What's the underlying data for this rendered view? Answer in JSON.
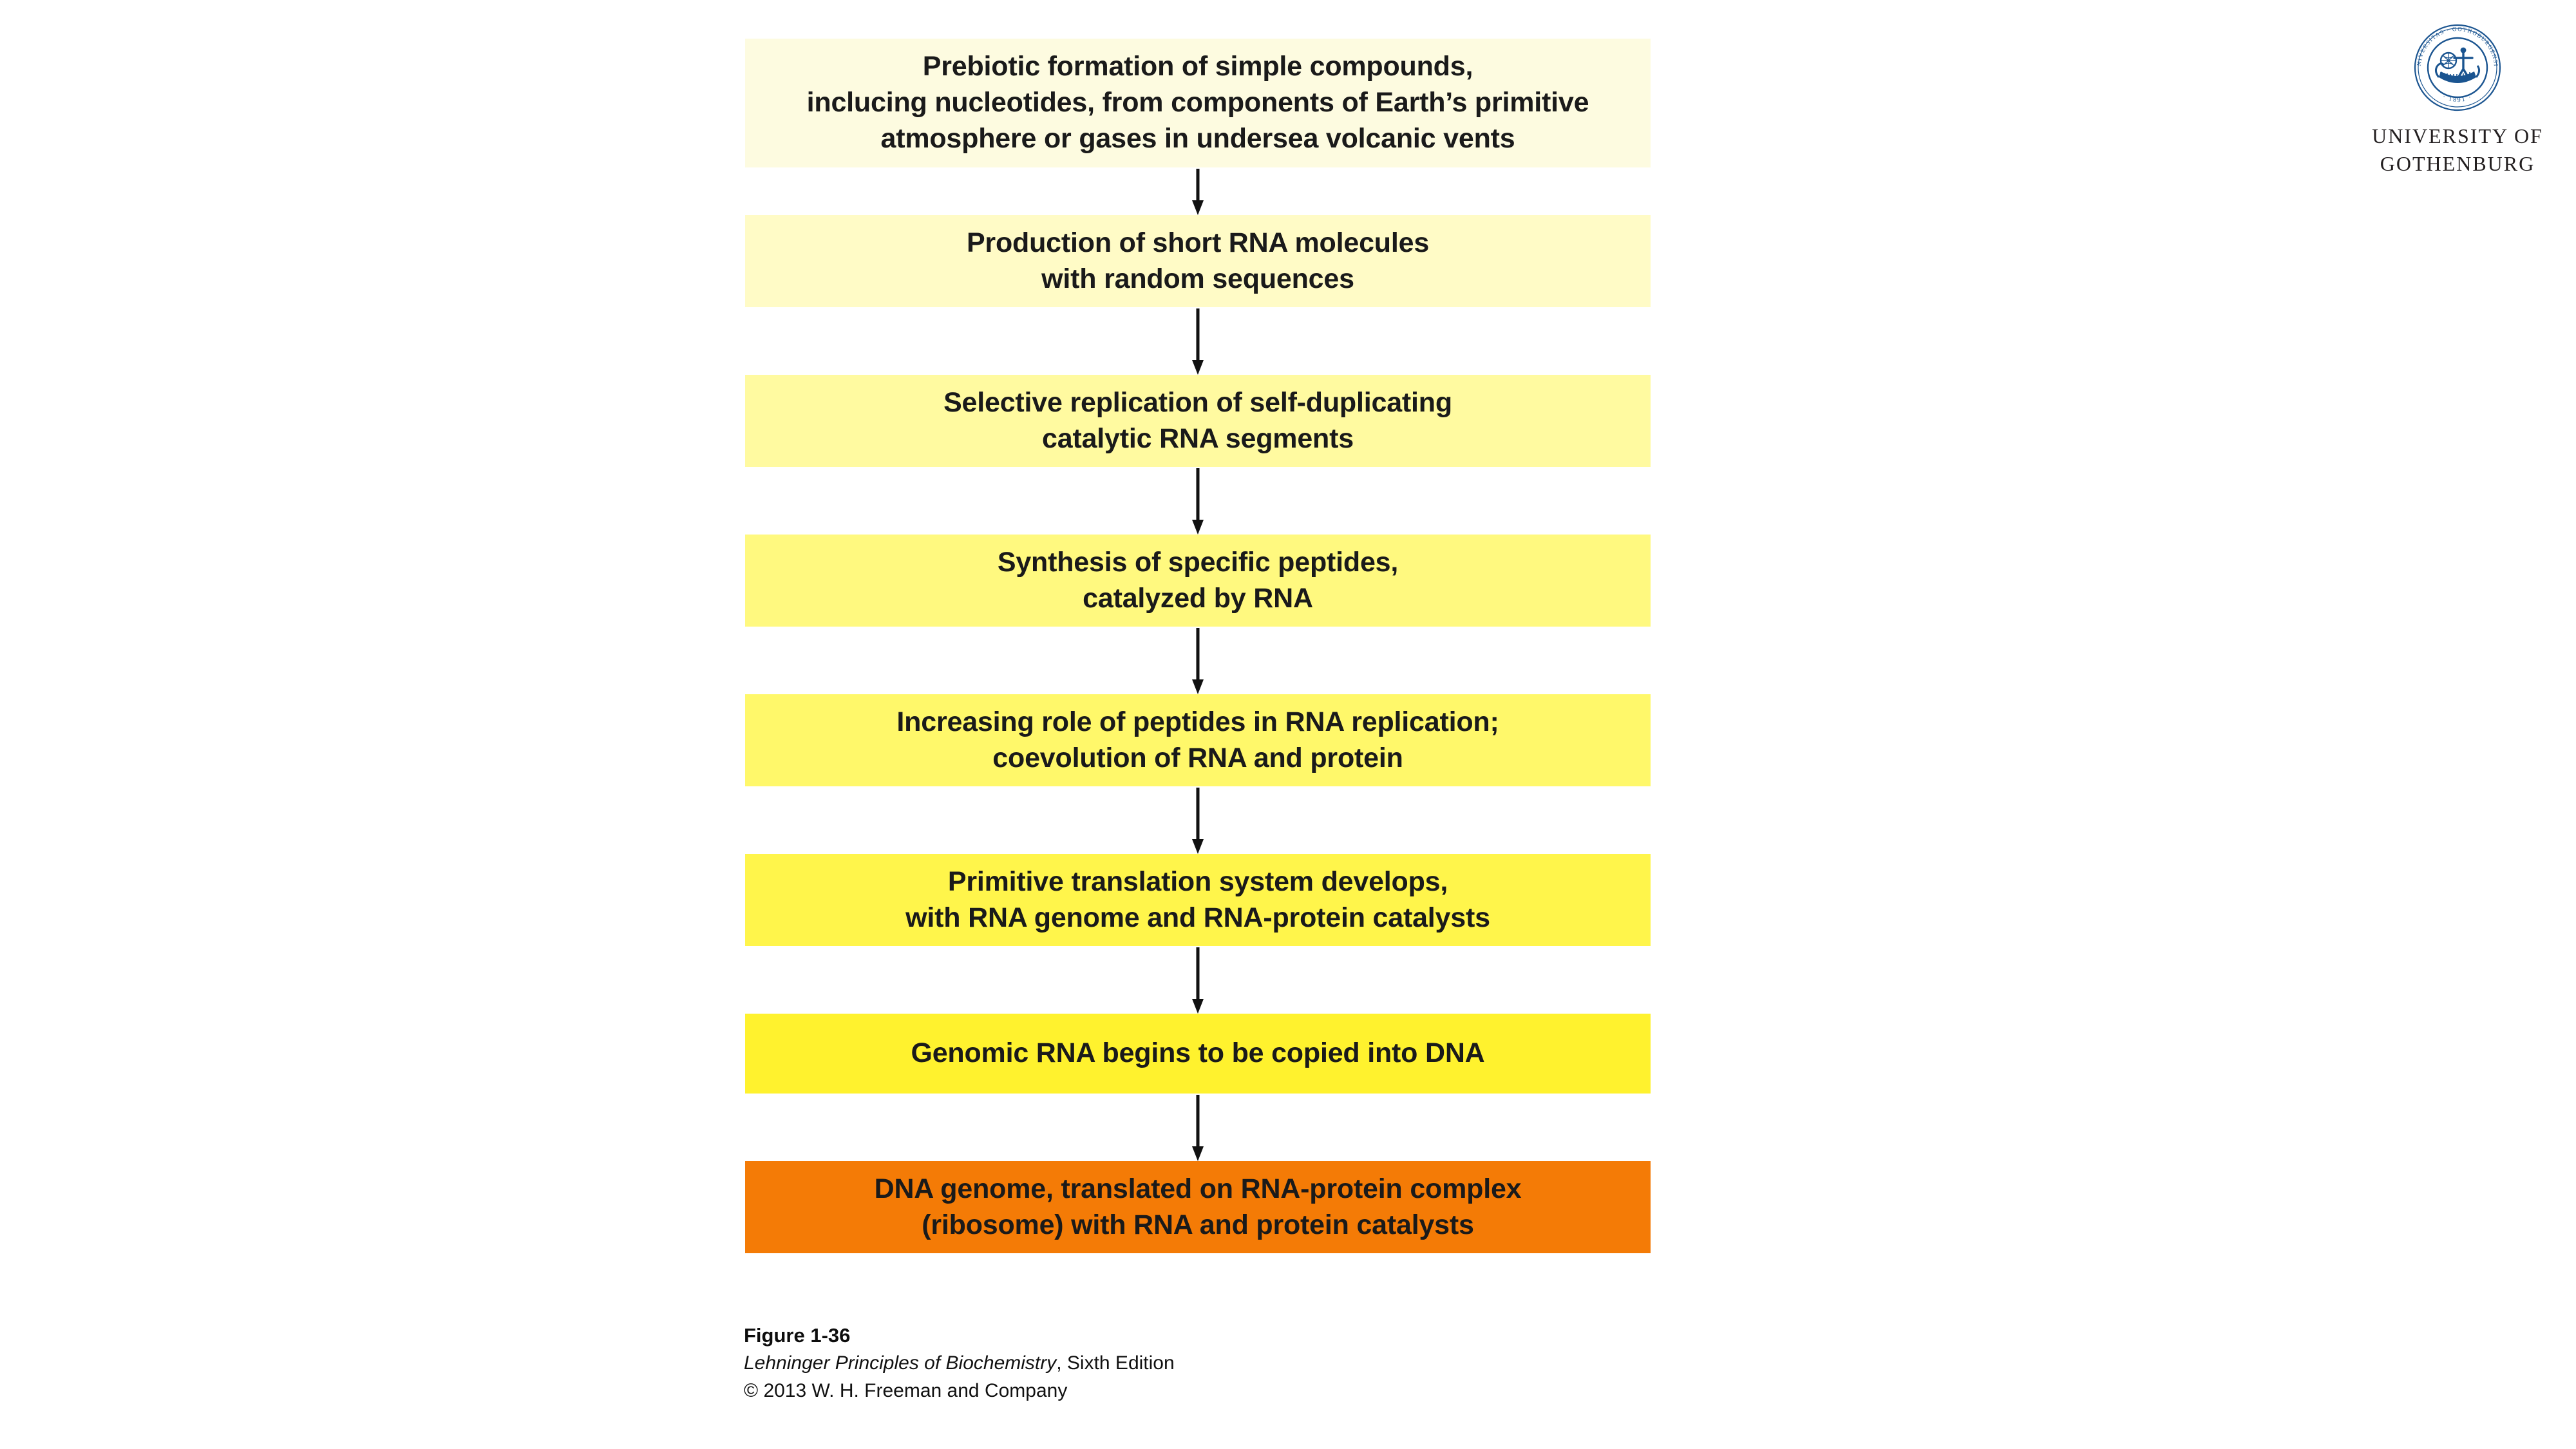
{
  "figure": {
    "type": "flowchart",
    "orientation": "vertical",
    "background_color": "#ffffff",
    "arrow_color": "#111111",
    "text_color": "#1a1a1a",
    "steps": [
      {
        "index": 1,
        "text": "Prebiotic formation of simple compounds,\ninclucing nucleotides, from components of Earth’s primitive\natmosphere or gases in undersea volcanic vents",
        "fill_color": "#fdfbe0",
        "lines": 3
      },
      {
        "index": 2,
        "text": "Production of short RNA molecules\nwith random sequences",
        "fill_color": "#fffbc6",
        "lines": 2
      },
      {
        "index": 3,
        "text": "Selective replication of self-duplicating\ncatalytic RNA segments",
        "fill_color": "#fffaa0",
        "lines": 2
      },
      {
        "index": 4,
        "text": "Synthesis of specific peptides,\ncatalyzed by RNA",
        "fill_color": "#fff97f",
        "lines": 2
      },
      {
        "index": 5,
        "text": "Increasing role of peptides in RNA replication;\ncoevolution of RNA and protein",
        "fill_color": "#fff86a",
        "lines": 2
      },
      {
        "index": 6,
        "text": "Primitive translation system develops,\nwith RNA genome and RNA-protein catalysts",
        "fill_color": "#fff54b",
        "lines": 2
      },
      {
        "index": 7,
        "text": "Genomic RNA begins to be copied into DNA",
        "fill_color": "#fff22e",
        "lines": 1
      },
      {
        "index": 8,
        "text": "DNA genome, translated on RNA-protein complex\n(ribosome) with RNA and protein catalysts",
        "fill_color": "#f47b06",
        "lines": 2
      }
    ]
  },
  "caption": {
    "figure_number": "Figure 1-36",
    "book_title": "Lehninger Principles of Biochemistry",
    "book_edition": ", Sixth Edition",
    "copyright": "© 2013 W. H. Freeman and Company"
  },
  "logo": {
    "seal_outer_text": "UNIVERSITAS · GOTHOBURGENSIS",
    "seal_year": "1891",
    "seal_color": "#1a5490",
    "wordmark": "UNIVERSITY OF\nGOTHENBURG"
  }
}
